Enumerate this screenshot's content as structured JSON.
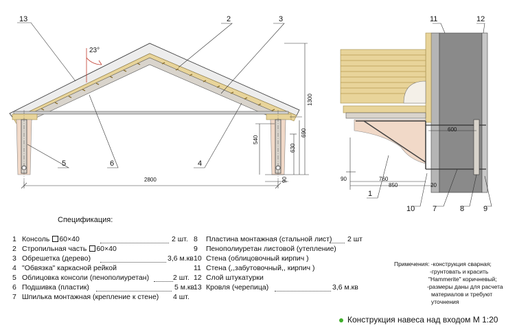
{
  "colors": {
    "brick": "#8a8a8a",
    "brick_light": "#c8c8c8",
    "wood": "#e8d49a",
    "wood_dark": "#c9ad66",
    "rafter": "#d9d4cc",
    "pink": "#f1d9c8",
    "accent_dot": "#3fae2a",
    "line": "#333333"
  },
  "callouts": {
    "c1": "1",
    "c2": "2",
    "c3": "3",
    "c4": "4",
    "c5": "5",
    "c6": "6",
    "c7": "7",
    "c8": "8",
    "c9": "9",
    "c10": "10",
    "c11": "11",
    "c12": "12",
    "c13": "13"
  },
  "dims": {
    "angle": "23°",
    "span": "2800",
    "h1300": "1300",
    "h630": "630",
    "h690": "690",
    "h540": "540",
    "h90": "90",
    "w600": "600",
    "w760": "760",
    "w850": "850",
    "d90": "90",
    "d20": "20"
  },
  "spec": {
    "title": "Спецификация:",
    "items": [
      {
        "n": "1",
        "text": "Консоль",
        "size": "60×40",
        "qty": "2 шт."
      },
      {
        "n": "2",
        "text": "Стропильная часть",
        "size": "60×40",
        "qty": ""
      },
      {
        "n": "3",
        "text": "Обрешетка (дерево)",
        "size": "",
        "qty": "3,6 м.кв"
      },
      {
        "n": "4",
        "text": "\"Обвязка\" каркасной рейкой",
        "size": "",
        "qty": ""
      },
      {
        "n": "5",
        "text": "Облицовка консоли (пенополиуретан)",
        "size": "",
        "qty": "2 шт."
      },
      {
        "n": "6",
        "text": "Подшивка (пластик)",
        "size": "",
        "qty": "5 м.кв"
      },
      {
        "n": "7",
        "text": "Шпилька монтажная (крепление к стене)",
        "size": "",
        "qty": "4 шт."
      },
      {
        "n": "8",
        "text": "Пластина монтажная  (стальной лист)",
        "size": "",
        "qty": "2 шт"
      },
      {
        "n": "9",
        "text": "Пенополиуретан листовой (утепление)",
        "size": "",
        "qty": ""
      },
      {
        "n": "10",
        "text": "Стена  (облицовочный кирпич )",
        "size": "",
        "qty": ""
      },
      {
        "n": "11",
        "text": "Стена  (,,забутовочный,, кирпич )",
        "size": "",
        "qty": ""
      },
      {
        "n": "12",
        "text": "Слой штукатурки",
        "size": "",
        "qty": ""
      },
      {
        "n": "13",
        "text": "Кровля (черепица)",
        "size": "",
        "qty": "3,6 м.кв"
      }
    ]
  },
  "notes": {
    "l1": "Примечения: -конструкция сварная;",
    "l2": "-грунтовать и красить",
    "l3": "\"Hammerite\" коричневый;",
    "l4": "-размеры даны для расчета",
    "l5": "материалов и требуют",
    "l6": "уточнения"
  },
  "caption": "Конструкция навеса над входом  М 1:20"
}
